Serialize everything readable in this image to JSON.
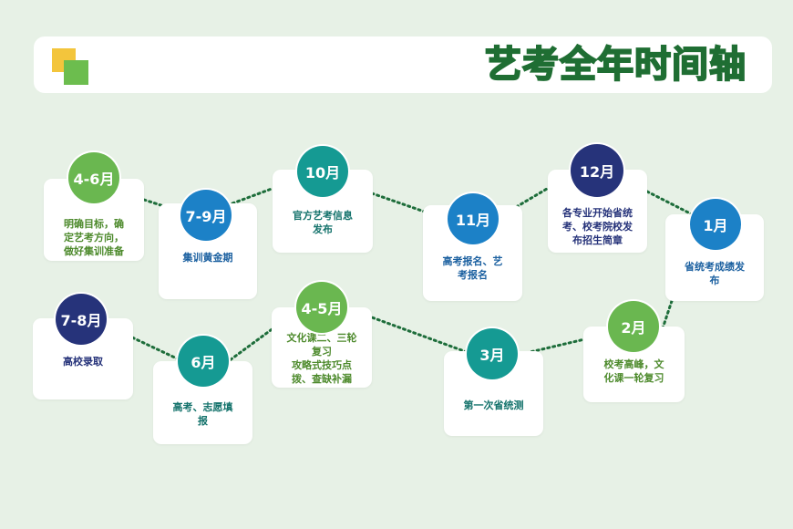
{
  "header": {
    "title": "艺考全年时间轴"
  },
  "colors": {
    "green": "#6ab750",
    "teal": "#159a93",
    "blue": "#1c81c7",
    "navy": "#26337a",
    "text_green": "#4d8a2c",
    "text_teal": "#13726b",
    "text_blue": "#1b60a0",
    "text_navy": "#26337a"
  },
  "nodes": [
    {
      "id": "apr-jun",
      "label": "4-6月",
      "text": "明确目标，确\n定艺考方向，\n做好集训准备"
    },
    {
      "id": "jul-sep",
      "label": "7-9月",
      "text": "集训黄金期"
    },
    {
      "id": "oct",
      "label": "10月",
      "text": "官方艺考信息\n发布"
    },
    {
      "id": "nov",
      "label": "11月",
      "text": "高考报名、艺\n考报名"
    },
    {
      "id": "dec",
      "label": "12月",
      "text": "各专业开始省统\n考、校考院校发\n布招生简章"
    },
    {
      "id": "jan",
      "label": "1月",
      "text": "省统考成绩发\n布"
    },
    {
      "id": "feb",
      "label": "2月",
      "text": "校考高峰，文\n化课一轮复习"
    },
    {
      "id": "mar",
      "label": "3月",
      "text": "第一次省统测"
    },
    {
      "id": "apr-may",
      "label": "4-5月",
      "text": "文化课二、三轮\n复习\n攻略式技巧点\n拨、查缺补漏"
    },
    {
      "id": "jun",
      "label": "6月",
      "text": "高考、志愿填\n报"
    },
    {
      "id": "jul-aug",
      "label": "7-8月",
      "text": "高校录取"
    }
  ]
}
